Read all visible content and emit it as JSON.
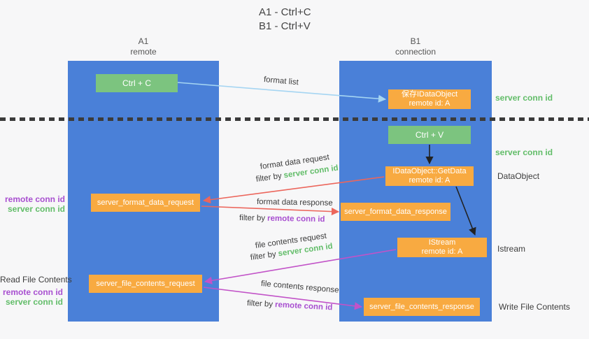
{
  "title": {
    "line1": "A1 - Ctrl+C",
    "line2": "B1 - Ctrl+V"
  },
  "columns": {
    "left": {
      "name": "A1",
      "role": "remote"
    },
    "right": {
      "name": "B1",
      "role": "connection"
    }
  },
  "nodes": {
    "ctrl_c": "Ctrl + C",
    "ctrl_v": "Ctrl + V",
    "save_dataobject": {
      "line1": "保存IDataObject",
      "line2": "remote id: A"
    },
    "getdata": {
      "line1": "IDataObject::GetData",
      "line2": "remote id: A"
    },
    "istream": {
      "line1": "IStream",
      "line2": "remote id: A"
    },
    "format_request": "server_format_data_request",
    "format_response": "server_format_data_response",
    "file_request": "server_file_contents_request",
    "file_response": "server_file_contents_response"
  },
  "side_labels": {
    "server_conn_top": "server conn id",
    "server_conn_mid": "server conn id",
    "dataobject": "DataObject",
    "istream": "Istream",
    "write_file": "Write File Contents",
    "read_file": "Read File Contents",
    "left1_remote": "remote conn id",
    "left1_server": "server conn id",
    "left2_remote": "remote conn id",
    "left2_server": "server conn id"
  },
  "arrows": {
    "format_list": "format list",
    "format_request": "format data request",
    "format_request_filter": "filter by",
    "format_request_filter_key": "server conn id",
    "format_response": "format data response",
    "format_response_filter": "filter by",
    "format_response_filter_key": "remote conn id",
    "file_request": "file contents request",
    "file_request_filter": "filter by",
    "file_request_filter_key": "server conn id",
    "file_response": "file contents response",
    "file_response_filter": "filter by",
    "file_response_filter_key": "remote conn id"
  },
  "colors": {
    "column_blue": "#4a80d8",
    "box_green": "#7cc47f",
    "box_orange": "#f8aa41",
    "arrow_blue": "#a5d5f2",
    "arrow_red": "#ec665c",
    "arrow_magenta": "#c253c8",
    "arrow_black": "#222222",
    "label_green": "#62bd69",
    "label_purple": "#a84fd0",
    "text_dark": "#3c3c3c"
  }
}
